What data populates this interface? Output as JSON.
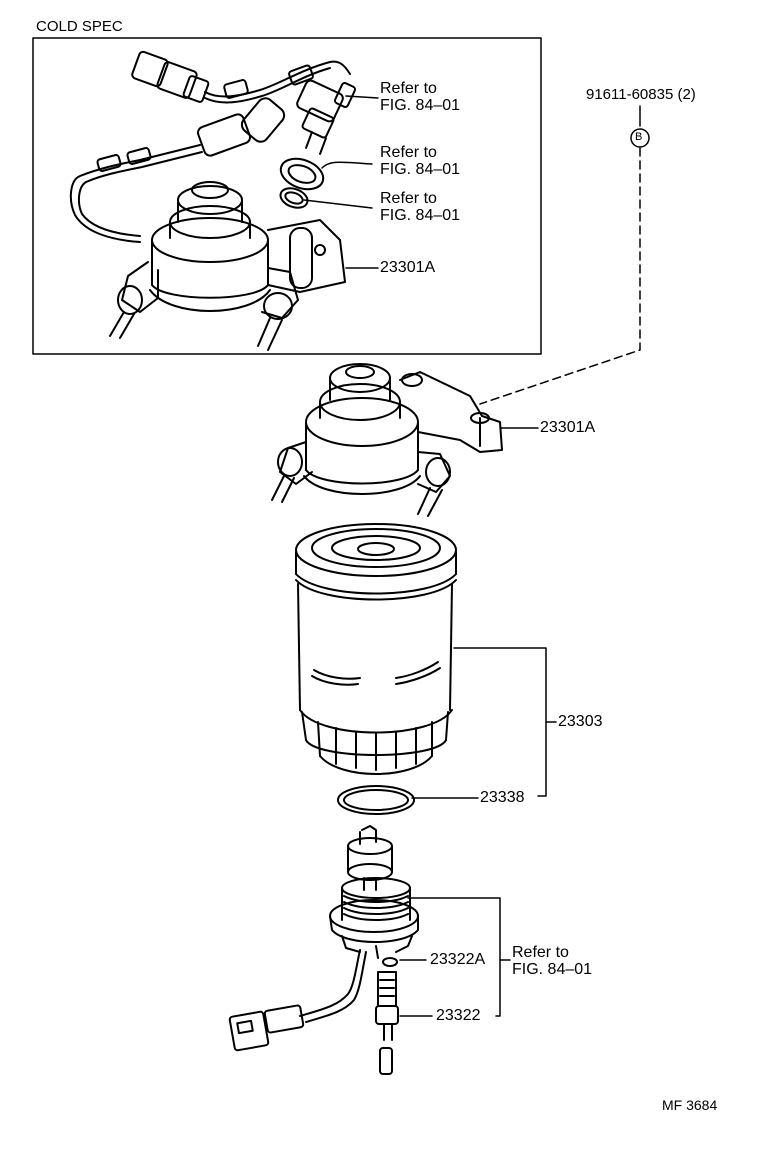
{
  "diagram": {
    "cold_spec_title": "COLD SPEC",
    "bolt_part": "91611-60835 (2)",
    "bolt_marker": "B",
    "refs": [
      {
        "line1": "Refer to",
        "line2": "FIG. 84–01"
      },
      {
        "line1": "Refer to",
        "line2": "FIG. 84–01"
      },
      {
        "line1": "Refer to",
        "line2": "FIG. 84–01"
      },
      {
        "line1": "Refer to",
        "line2": "FIG. 84–01"
      }
    ],
    "parts": {
      "inset_housing": "23301A",
      "housing": "23301A",
      "filter": "23303",
      "gasket": "23338",
      "oring": "23322A",
      "sensor": "23322"
    },
    "figure_id": "MF 3684"
  }
}
